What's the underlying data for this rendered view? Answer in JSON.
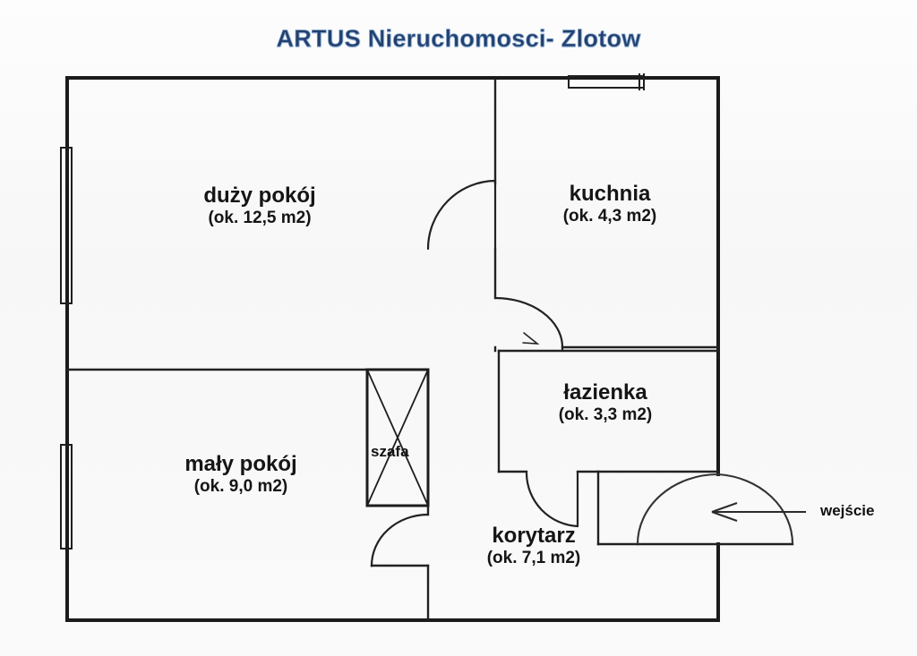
{
  "document": {
    "title": "ARTUS Nieruchomosci- Zlotow",
    "type": "floor-plan",
    "title_color": "#23406e"
  },
  "rooms": [
    {
      "id": "duzy-pokoj",
      "name": "duży pokój",
      "area": "(ok. 12,5 m2)",
      "area_m2": 12.5
    },
    {
      "id": "kuchnia",
      "name": "kuchnia",
      "area": "(ok. 4,3 m2)",
      "area_m2": 4.3
    },
    {
      "id": "lazienka",
      "name": "łazienka",
      "area": "(ok. 3,3 m2)",
      "area_m2": 3.3
    },
    {
      "id": "maly-pokoj",
      "name": "mały pokój",
      "area": "(ok. 9,0 m2)",
      "area_m2": 9.0
    },
    {
      "id": "korytarz",
      "name": "korytarz",
      "area": "(ok. 7,1 m2)",
      "area_m2": 7.1
    }
  ],
  "features": {
    "wardrobe_label": "szafa",
    "entrance_label": "wejście"
  },
  "colors": {
    "wall": "#1b1b1b",
    "thin_line": "#2a2a2a",
    "paper": "#fafafa",
    "text": "#151515"
  }
}
